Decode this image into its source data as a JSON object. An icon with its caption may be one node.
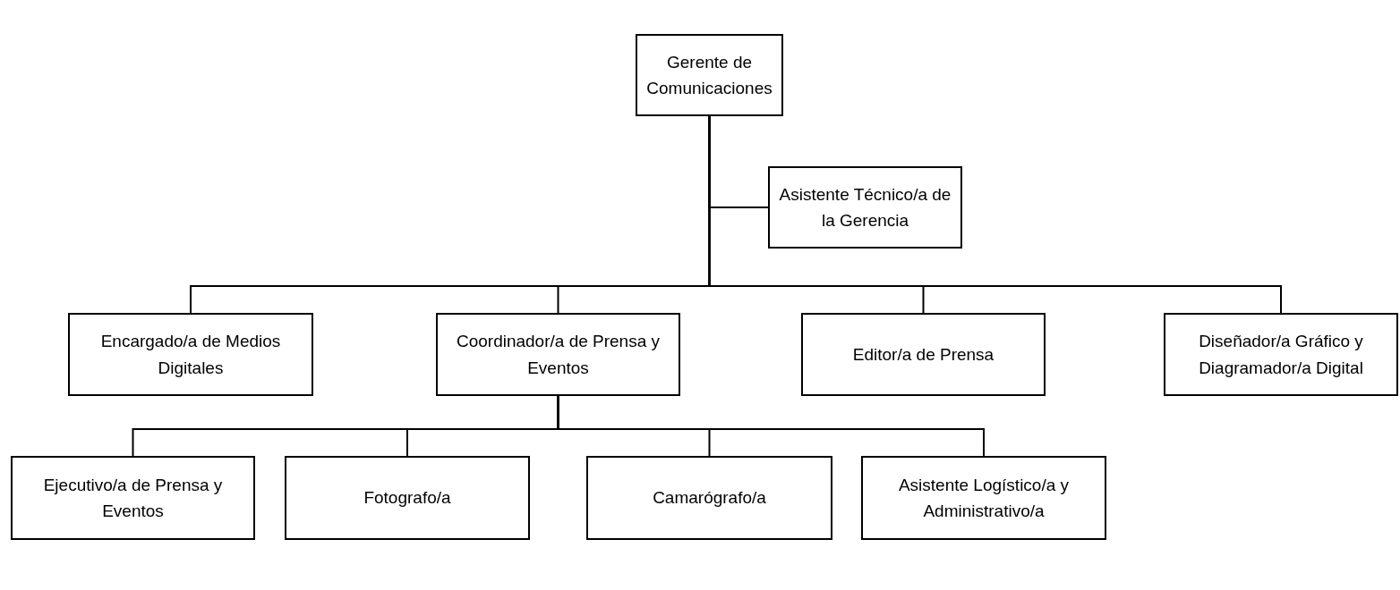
{
  "diagram": {
    "nodes": [
      {
        "text": [
          "Gerente de Comunicaciones"
        ]
      },
      {
        "text": [
          "Asistente Técnico/a de la Gerencia"
        ]
      },
      {
        "text": [
          "Encargado/a de Medios Digitales"
        ]
      },
      {
        "text": [
          "Coordinador/a de Prensa y Eventos"
        ]
      },
      {
        "text": [
          "Editor/a de Prensa"
        ]
      },
      {
        "text": [
          "Diseñador/a Gráfico y Diagramador/a Digital"
        ]
      },
      {
        "text": [
          "Ejecutivo/a de Prensa y Eventos"
        ]
      },
      {
        "text": [
          "Fotografo/a"
        ]
      },
      {
        "text": [
          "Camarógrafo/a"
        ]
      },
      {
        "text": [
          "Asistente Logístico/a y Administrativo/a"
        ]
      }
    ],
    "edges": [
      {
        "from": 0,
        "to": 1,
        "arrow": "none"
      },
      {
        "from": 0,
        "to": 2,
        "arrow": "none"
      },
      {
        "from": 0,
        "to": 3,
        "arrow": "none"
      },
      {
        "from": 0,
        "to": 4,
        "arrow": "none"
      },
      {
        "from": 0,
        "to": 5,
        "arrow": "none"
      },
      {
        "from": 3,
        "to": 6,
        "arrow": "none"
      },
      {
        "from": 3,
        "to": 7,
        "arrow": "none"
      },
      {
        "from": 3,
        "to": 8,
        "arrow": "none"
      },
      {
        "from": 3,
        "to": 9,
        "arrow": "none"
      }
    ]
  }
}
